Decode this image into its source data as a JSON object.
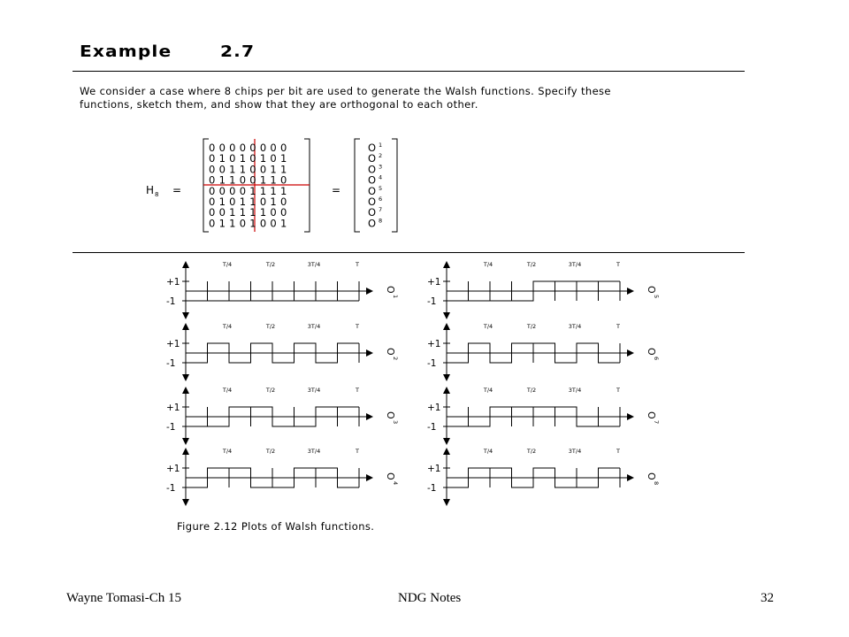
{
  "slide": {
    "title": "Example",
    "number": "2.7",
    "intro": "We consider a case where 8 chips per bit are used to generate the Walsh functions.  Specify these\nfunctions, sketch them, and show that they are orthogonal to each other.",
    "caption": "Figure 2.12 Plots of Walsh functions."
  },
  "matrix": {
    "name": "H",
    "subscript": "8",
    "equals": "=",
    "rows": [
      "0 0 0 0 0 0 0 0",
      "0 1 0 1 0 1 0 1",
      "0 0 1 1 0 0 1 1",
      "0 1 1 0 0 1 1 0",
      "0 0 0 0 1 1 1 1",
      "0 1 0 1 1 0 1 0",
      "0 0 1 1 1 1 0 0",
      "0 1 1 0 1 0 0 1"
    ],
    "vector": [
      "1",
      "2",
      "3",
      "4",
      "5",
      "6",
      "7",
      "8"
    ],
    "vector_symbol": "O",
    "divider_color": "#cc0000"
  },
  "plots": {
    "y_labels": [
      "+1",
      "-1"
    ],
    "x_ticks": [
      "T/4",
      "T/2",
      "3T/4",
      "T"
    ],
    "functions": [
      {
        "symbol": "O",
        "index": "1",
        "bits": [
          0,
          0,
          0,
          0,
          0,
          0,
          0,
          0
        ]
      },
      {
        "symbol": "O",
        "index": "2",
        "bits": [
          0,
          1,
          0,
          1,
          0,
          1,
          0,
          1
        ]
      },
      {
        "symbol": "O",
        "index": "3",
        "bits": [
          0,
          0,
          1,
          1,
          0,
          0,
          1,
          1
        ]
      },
      {
        "symbol": "O",
        "index": "4",
        "bits": [
          0,
          1,
          1,
          0,
          0,
          1,
          1,
          0
        ]
      },
      {
        "symbol": "O",
        "index": "5",
        "bits": [
          0,
          0,
          0,
          0,
          1,
          1,
          1,
          1
        ]
      },
      {
        "symbol": "O",
        "index": "6",
        "bits": [
          0,
          1,
          0,
          1,
          1,
          0,
          1,
          0
        ]
      },
      {
        "symbol": "O",
        "index": "7",
        "bits": [
          0,
          0,
          1,
          1,
          1,
          1,
          0,
          0
        ]
      },
      {
        "symbol": "O",
        "index": "8",
        "bits": [
          0,
          1,
          1,
          0,
          1,
          0,
          0,
          1
        ]
      }
    ]
  },
  "footer": {
    "left": "Wayne Tomasi-Ch 15",
    "center": "NDG Notes",
    "page": "32"
  }
}
